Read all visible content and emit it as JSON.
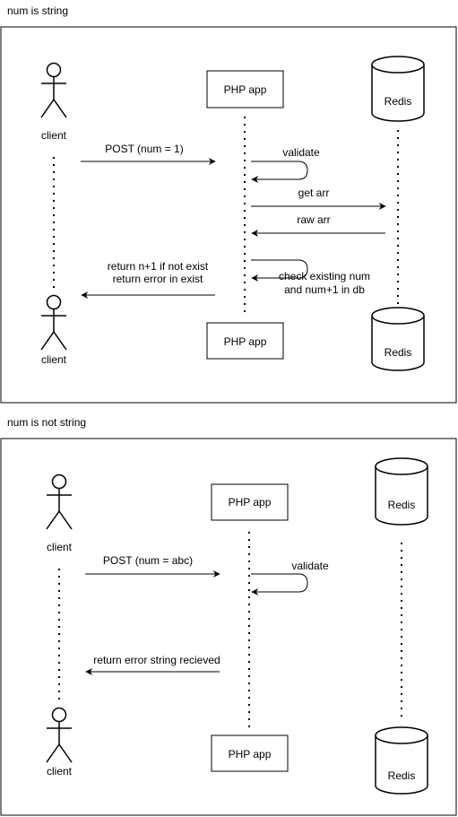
{
  "scenarios": [
    {
      "title": "num is string",
      "actor_top": "client",
      "actor_bottom": "client",
      "app_top": "PHP app",
      "app_bottom": "PHP app",
      "db_top": "Redis",
      "db_bottom": "Redis",
      "messages": {
        "post": "POST (num = 1)",
        "validate": "validate",
        "get_arr": "get arr",
        "raw_arr": "raw arr",
        "check_line1": "check existing num",
        "check_line2": "and num+1 in db",
        "return_line1": "return n+1 if not exist",
        "return_line2": "return error in exist"
      }
    },
    {
      "title": "num is not string",
      "actor_top": "client",
      "actor_bottom": "client",
      "app_top": "PHP app",
      "app_bottom": "PHP app",
      "db_top": "Redis",
      "db_bottom": "Redis",
      "messages": {
        "post": "POST (num = abc)",
        "validate": "validate",
        "return": "return error string recieved"
      }
    }
  ]
}
